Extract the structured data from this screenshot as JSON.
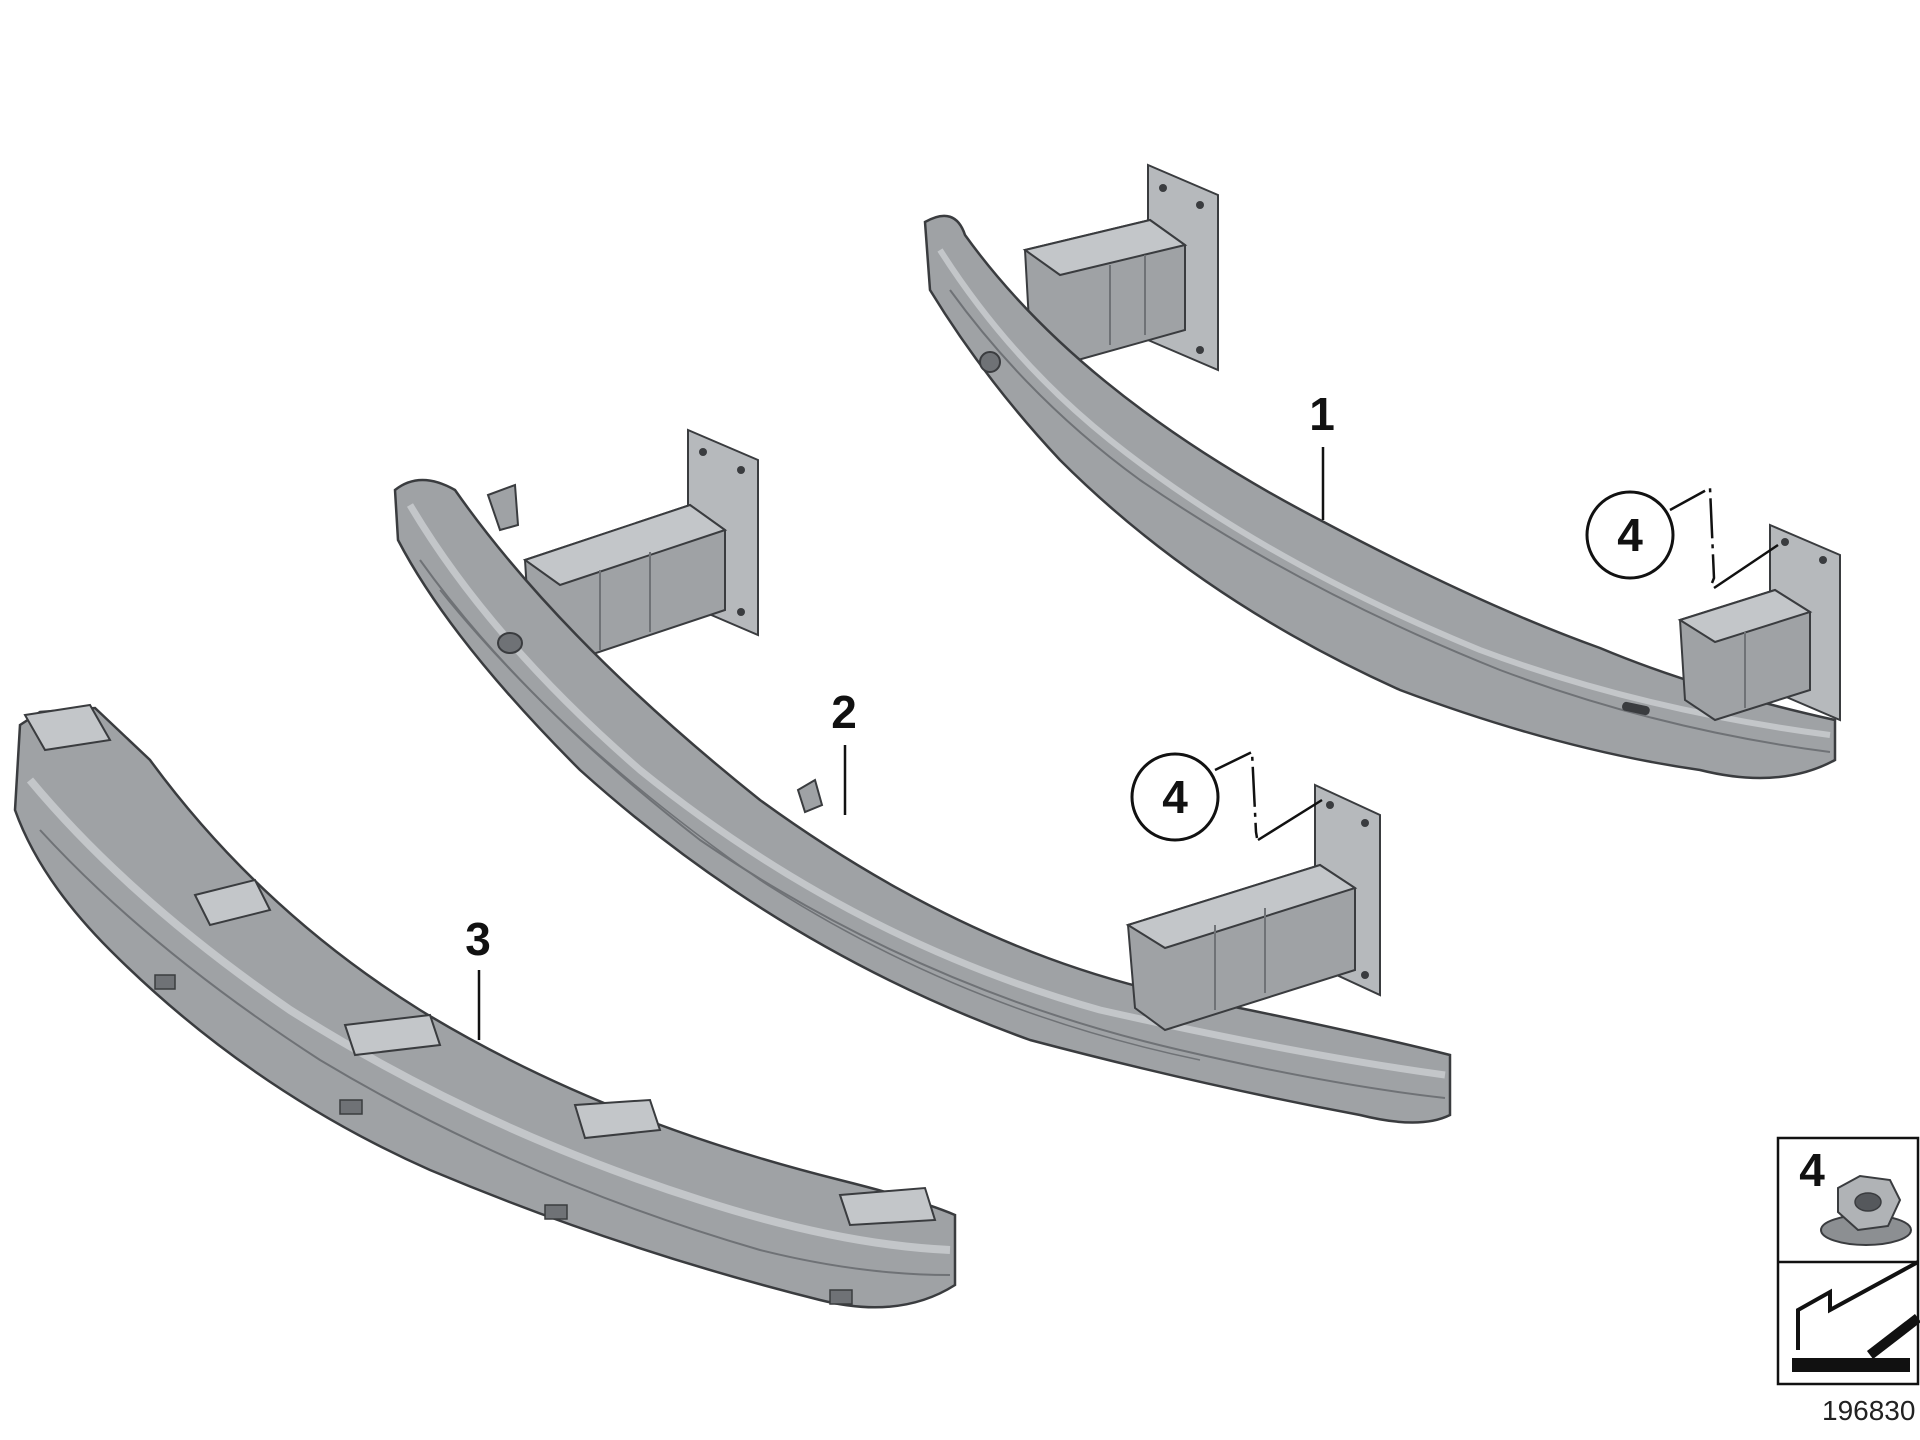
{
  "callouts": {
    "part1": "1",
    "part2": "2",
    "part3": "3",
    "part4_upper": "4",
    "part4_lower": "4"
  },
  "legend": {
    "item_number": "4",
    "item_icon": "hex-flange-nut-icon",
    "symbol_icon": "arrow-symbol-icon"
  },
  "diagram_id": "196830",
  "colors": {
    "part_fill": "#9fa2a5",
    "part_light": "#c3c6c9",
    "part_dark": "#6f7276",
    "outline": "#3a3c3f",
    "background": "#ffffff"
  }
}
